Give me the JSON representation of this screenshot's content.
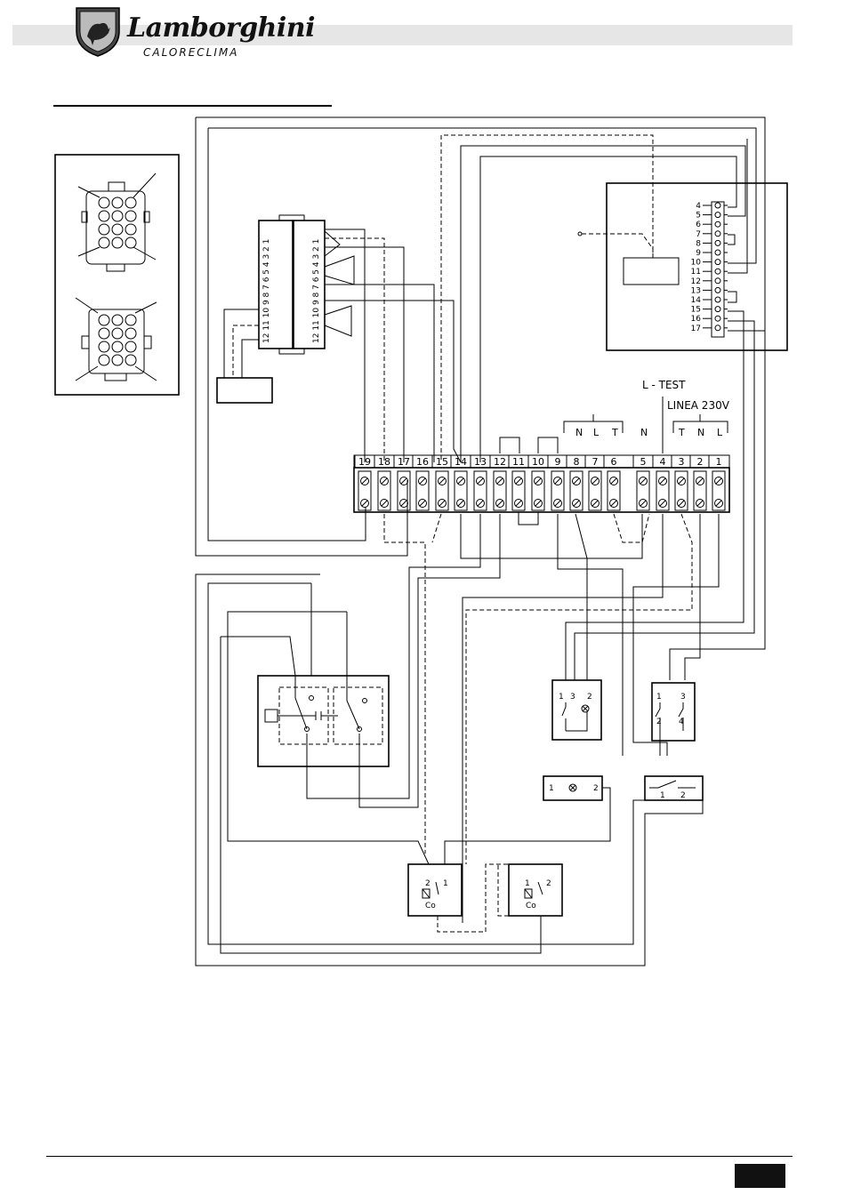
{
  "header": {
    "brand_name": "Lamborghini",
    "brand_sub": "CALORECLIMA"
  },
  "terminal_block": {
    "numbers": [
      "19",
      "18",
      "17",
      "16",
      "15",
      "14",
      "13",
      "12",
      "11",
      "10",
      "9",
      "8",
      "7",
      "6",
      "5",
      "4",
      "3",
      "2",
      "1"
    ],
    "group_nlt": [
      "N",
      "L",
      "T"
    ],
    "n_label": "N",
    "group_tnl": [
      "T",
      "N",
      "L"
    ],
    "l_test": "L - TEST",
    "linea": "LINEA 230V"
  },
  "panel": {
    "pins": [
      "4",
      "5",
      "6",
      "7",
      "8",
      "9",
      "10",
      "11",
      "12",
      "13",
      "14",
      "15",
      "16",
      "17"
    ]
  },
  "connector": {
    "left_numbers": "12 11 10 9 8 7 6 5 4 3 2 1",
    "right_numbers": "12 11 10 9 8 7 6 5 4 3 2 1"
  },
  "switch_a": {
    "p1": "1",
    "p3": "3",
    "p2": "2"
  },
  "switch_b": {
    "p1": "1",
    "p3": "3",
    "p2": "2",
    "p4": "4"
  },
  "lamp": {
    "p1": "1",
    "p2": "2"
  },
  "switch_c": {
    "p1": "1",
    "p2": "2"
  },
  "thermo_left": {
    "p2": "2",
    "p1": "1",
    "label": "Co"
  },
  "thermo_right": {
    "p1": "1",
    "p2": "2",
    "label": "Co"
  }
}
